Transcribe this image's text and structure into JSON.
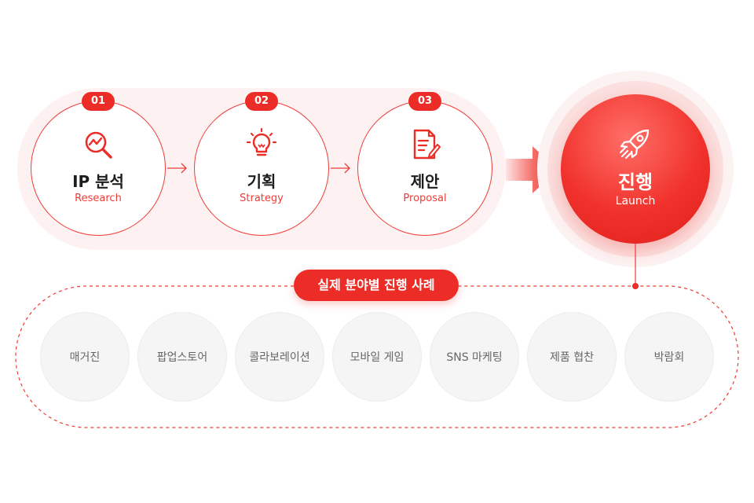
{
  "steps": [
    {
      "number": "01",
      "title": "IP 분석",
      "subtitle": "Research",
      "icon": "analysis-magnifier-chart-icon"
    },
    {
      "number": "02",
      "title": "기획",
      "subtitle": "Strategy",
      "icon": "lightbulb-icon"
    },
    {
      "number": "03",
      "title": "제안",
      "subtitle": "Proposal",
      "icon": "document-pen-icon"
    }
  ],
  "launch": {
    "title": "진행",
    "subtitle": "Launch",
    "icon": "rocket-icon"
  },
  "cases_label": "실제 분야별 진행 사례",
  "cases": [
    "매거진",
    "팝업스토어",
    "콜라보레이션",
    "모바일 게임",
    "SNS 마케팅",
    "제품 협찬",
    "박람회"
  ],
  "colors": {
    "accent": "#ec2d27",
    "band": "#fdf1f1",
    "case_bg": "#f5f5f5",
    "case_text": "#666666"
  }
}
